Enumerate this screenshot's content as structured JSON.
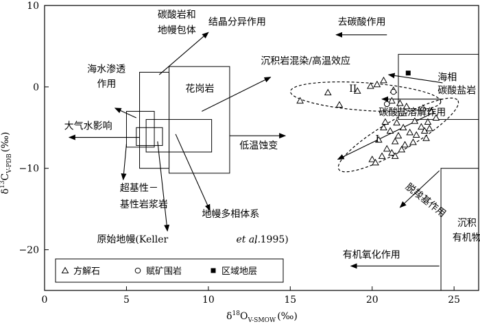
{
  "chart_data": {
    "type": "scatter",
    "xlim": [
      0,
      26.5
    ],
    "ylim": [
      -25,
      10
    ],
    "x_ticks": [
      0,
      5,
      10,
      15,
      20,
      25
    ],
    "y_ticks": [
      -20,
      -10,
      0,
      10
    ],
    "x_tick_labels": [
      "0",
      "5",
      "10",
      "15",
      "20",
      "25"
    ],
    "y_tick_labels": [
      "−20",
      "−10",
      "0",
      "10"
    ],
    "xlabel_main": "δ",
    "xlabel_sup": "18",
    "xlabel_O": "O",
    "xlabel_sub": "V-SMOW",
    "xlabel_unit": "(‰)",
    "ylabel_main": "δ",
    "ylabel_sup": "13",
    "ylabel_C": "C",
    "ylabel_sub": "V-PDB",
    "ylabel_unit": "(‰)",
    "regions": [
      {
        "name": "carbonatite-mantle-inclusion",
        "x": [
          5.8,
          7.6
        ],
        "y": [
          -10.0,
          1.8
        ]
      },
      {
        "name": "granite",
        "x": [
          7.6,
          11.3
        ],
        "y": [
          -10.6,
          2.5
        ]
      },
      {
        "name": "ultrabasic-basic-magma",
        "x": [
          5.0,
          6.7
        ],
        "y": [
          -7.4,
          -3.0
        ]
      },
      {
        "name": "primitive-mantle",
        "x": [
          5.6,
          7.2
        ],
        "y": [
          -7.2,
          -5.0
        ]
      },
      {
        "name": "mantle-multiphase",
        "x": [
          6.2,
          10.2
        ],
        "y": [
          -8.0,
          -4.0
        ]
      },
      {
        "name": "marine-carbonate",
        "x": [
          21.6,
          26.5
        ],
        "y": [
          -4.0,
          4.0
        ]
      },
      {
        "name": "sedimentary-organic",
        "x": [
          24.2,
          26.5
        ],
        "y": [
          -25.0,
          -10.0
        ]
      }
    ],
    "ellipses": [
      {
        "label": "I",
        "cx": 21.6,
        "cy": -5.9,
        "rx": 4.2,
        "ry": 1.9,
        "angle": -30
      },
      {
        "label": "II",
        "cx": 19.6,
        "cy": -1.2,
        "rx": 4.6,
        "ry": 1.7,
        "angle": 4
      }
    ],
    "series": [
      {
        "name": "方解石",
        "marker": "triangle",
        "points": [
          [
            17.3,
            -0.7
          ],
          [
            19.1,
            -0.5
          ],
          [
            19.9,
            0.1
          ],
          [
            20.3,
            0.3
          ],
          [
            20.7,
            0.8
          ],
          [
            21.3,
            -0.4
          ],
          [
            21.2,
            -1.7
          ],
          [
            15.6,
            -1.7
          ],
          [
            18.0,
            -2.2
          ],
          [
            21.7,
            -2.0
          ],
          [
            22.1,
            -2.4
          ],
          [
            23.1,
            -2.6
          ],
          [
            23.6,
            -3.0
          ],
          [
            20.8,
            -4.3
          ],
          [
            21.5,
            -4.4
          ],
          [
            22.6,
            -4.2
          ],
          [
            23.4,
            -4.3
          ],
          [
            23.9,
            -3.8
          ],
          [
            20.7,
            -5.0
          ],
          [
            21.1,
            -5.4
          ],
          [
            21.9,
            -5.0
          ],
          [
            22.3,
            -5.6
          ],
          [
            23.0,
            -4.9
          ],
          [
            23.5,
            -5.1
          ],
          [
            21.6,
            -6.0
          ],
          [
            22.7,
            -5.9
          ],
          [
            23.2,
            -5.4
          ],
          [
            23.3,
            -6.3
          ],
          [
            20.4,
            -6.5
          ],
          [
            21.4,
            -6.7
          ],
          [
            22.0,
            -7.1
          ],
          [
            22.5,
            -6.8
          ],
          [
            21.8,
            -7.7
          ],
          [
            20.9,
            -7.6
          ],
          [
            21.2,
            -8.1
          ],
          [
            20.6,
            -8.5
          ],
          [
            20.0,
            -8.9
          ],
          [
            20.2,
            -9.3
          ],
          [
            21.4,
            -8.5
          ]
        ]
      },
      {
        "name": "赋矿围岩",
        "marker": "circle",
        "points": [
          [
            20.9,
            -2.1
          ],
          [
            21.3,
            -0.6
          ]
        ]
      },
      {
        "name": "区域地层",
        "marker": "square",
        "points": [
          [
            22.2,
            1.7
          ]
        ]
      }
    ],
    "annotations": [
      {
        "text": "碳酸岩和",
        "x": 6.9,
        "y": 8.5
      },
      {
        "text": "地幔包体",
        "x": 6.9,
        "y": 6.6
      },
      {
        "text": "结晶分异作用",
        "x": 10.0,
        "y": 7.6
      },
      {
        "text": "去碳酸作用",
        "x": 17.9,
        "y": 7.6
      },
      {
        "text": "沉积岩混染/高温效应",
        "x": 13.2,
        "y": 2.8
      },
      {
        "text": "海水渗透",
        "x": 2.6,
        "y": 1.8
      },
      {
        "text": "作用",
        "x": 3.2,
        "y": 0.0
      },
      {
        "text": "花岗岩",
        "x": 8.6,
        "y": -0.6
      },
      {
        "text": "海相",
        "x": 24.0,
        "y": 0.8
      },
      {
        "text": "碳酸盐岩",
        "x": 24.0,
        "y": -0.8
      },
      {
        "text": "碳酸盐溶解作用",
        "x": 20.4,
        "y": -3.5
      },
      {
        "text": "大气水影响",
        "x": 1.2,
        "y": -5.2
      },
      {
        "text": "低温蚀变",
        "x": 11.9,
        "y": -7.6
      },
      {
        "text": "超基性－",
        "x": 4.6,
        "y": -12.8
      },
      {
        "text": "基性岩浆岩",
        "x": 4.6,
        "y": -14.8
      },
      {
        "text": "地幔多相体系",
        "x": 9.6,
        "y": -16.0
      },
      {
        "text": "原始地幔(Keller",
        "x": 3.2,
        "y": -19.1
      },
      {
        "text": "et al.",
        "x": 11.7,
        "y": -19.1,
        "italic": true
      },
      {
        "text": ", 1995)",
        "x": 12.8,
        "y": -19.1
      },
      {
        "text": "沉积",
        "x": 25.2,
        "y": -17.1
      },
      {
        "text": "有机物",
        "x": 24.9,
        "y": -18.9
      },
      {
        "text": "有机氧化作用",
        "x": 18.2,
        "y": -21.0
      },
      {
        "text": "脱羧基作用",
        "x": 22.0,
        "y": -12.4,
        "rotate": 38
      },
      {
        "text": "I",
        "x": 20.2,
        "y": -6.8
      },
      {
        "text": "II",
        "x": 18.6,
        "y": -0.6
      }
    ],
    "arrows": [
      {
        "from": [
          7.0,
          1.5
        ],
        "to": [
          10.0,
          6.7
        ]
      },
      {
        "from": [
          20.9,
          6.4
        ],
        "to": [
          17.8,
          6.4
        ]
      },
      {
        "from": [
          9.6,
          -3.0
        ],
        "to": [
          13.8,
          1.2
        ]
      },
      {
        "from": [
          5.6,
          -3.8
        ],
        "to": [
          4.3,
          -2.6
        ]
      },
      {
        "from": [
          5.8,
          -6.2
        ],
        "to": [
          1.5,
          -6.2
        ]
      },
      {
        "from": [
          11.3,
          -6.0
        ],
        "to": [
          14.7,
          -6.0
        ]
      },
      {
        "from": [
          24.3,
          0.5
        ],
        "to": [
          21.0,
          1.5
        ]
      },
      {
        "from": [
          24.3,
          -1.5
        ],
        "to": [
          20.6,
          -1.5
        ]
      },
      {
        "from": [
          24.1,
          -10.3
        ],
        "to": [
          21.7,
          -14.8
        ]
      },
      {
        "from": [
          24.1,
          -22.0
        ],
        "to": [
          18.7,
          -22.0
        ]
      },
      {
        "from": [
          23.7,
          -3.2
        ],
        "to": [
          17.9,
          -8.9
        ]
      },
      {
        "from": [
          5.0,
          -7.0
        ],
        "to": [
          4.8,
          -11.4
        ]
      },
      {
        "from": [
          6.9,
          -6.7
        ],
        "to": [
          7.5,
          -17.7
        ]
      },
      {
        "from": [
          8.0,
          -5.8
        ],
        "to": [
          10.1,
          -15.2
        ]
      }
    ],
    "legend": {
      "position": "bottom-left",
      "entries": [
        {
          "marker": "triangle",
          "label": "方解石"
        },
        {
          "marker": "circle",
          "label": "赋矿围岩"
        },
        {
          "marker": "square",
          "label": "区域地层"
        }
      ]
    },
    "grid": false
  }
}
